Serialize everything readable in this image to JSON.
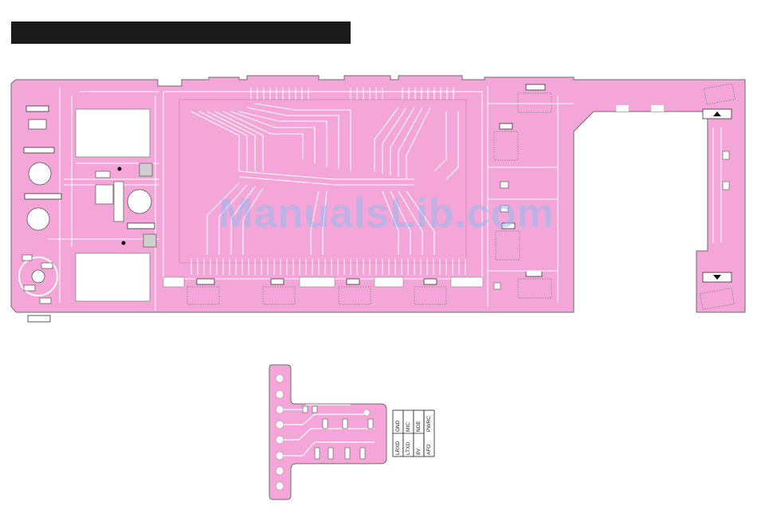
{
  "header": {
    "title": ""
  },
  "watermark": {
    "text": "ManualsLib.com"
  },
  "colors": {
    "board": "#f4a6d8",
    "trace": "#ffffff",
    "outline": "#6b6b6b",
    "header": "#1a1a1a"
  },
  "icons": {
    "up": "triangle-up-icon",
    "down": "triangle-down-icon"
  },
  "connector_labels": {
    "left_column": [
      "LRXD",
      "LTXD",
      "8V",
      "AFO"
    ],
    "right_column": [
      "GND",
      "MIC",
      "NDE",
      "PWRC"
    ]
  }
}
